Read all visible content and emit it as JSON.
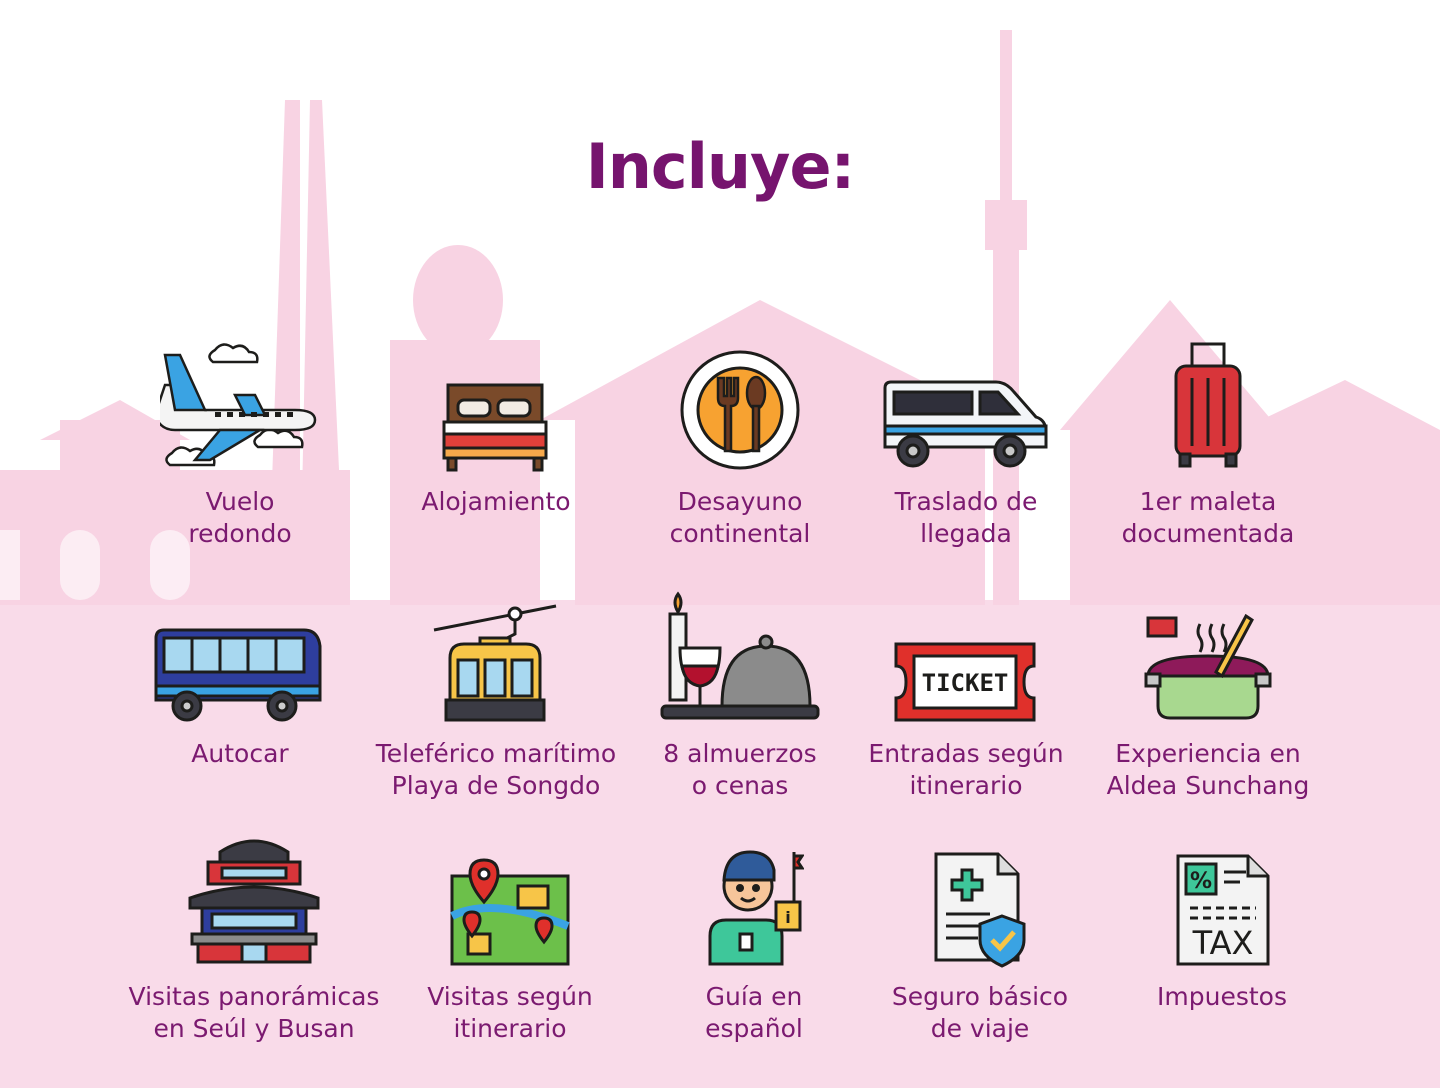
{
  "title": "Incluye:",
  "colors": {
    "title": "#76146e",
    "label": "#7b1a70",
    "skyline": "#f9d9e8",
    "skyline_dark": "#f6c8dc"
  },
  "items": [
    {
      "icon": "airplane-icon",
      "label": "Vuelo\nredondo"
    },
    {
      "icon": "bed-icon",
      "label": "Alojamiento"
    },
    {
      "icon": "plate-cutlery-icon",
      "label": "Desayuno\ncontinental"
    },
    {
      "icon": "van-icon",
      "label": "Traslado de\nllegada"
    },
    {
      "icon": "suitcase-icon",
      "label": "1er maleta\ndocumentada"
    },
    {
      "icon": "bus-icon",
      "label": "Autocar"
    },
    {
      "icon": "cable-car-icon",
      "label": "Teleférico marítimo\nPlaya de Songdo"
    },
    {
      "icon": "dinner-icon",
      "label": "8 almuerzos\no cenas"
    },
    {
      "icon": "ticket-icon",
      "label": "Entradas según\nitinerario"
    },
    {
      "icon": "cooking-pot-icon",
      "label": "Experiencia en\nAldea Sunchang"
    },
    {
      "icon": "pagoda-icon",
      "label": "Visitas panorámicas\nen Seúl y Busan"
    },
    {
      "icon": "map-icon",
      "label": "Visitas según\nitinerario"
    },
    {
      "icon": "tour-guide-icon",
      "label": "Guía en\nespañol"
    },
    {
      "icon": "insurance-icon",
      "label": "Seguro básico\nde viaje"
    },
    {
      "icon": "tax-icon",
      "label": "Impuestos"
    }
  ],
  "icon_texts": {
    "ticket": "TICKET",
    "tax": "TAX",
    "percent": "%"
  }
}
